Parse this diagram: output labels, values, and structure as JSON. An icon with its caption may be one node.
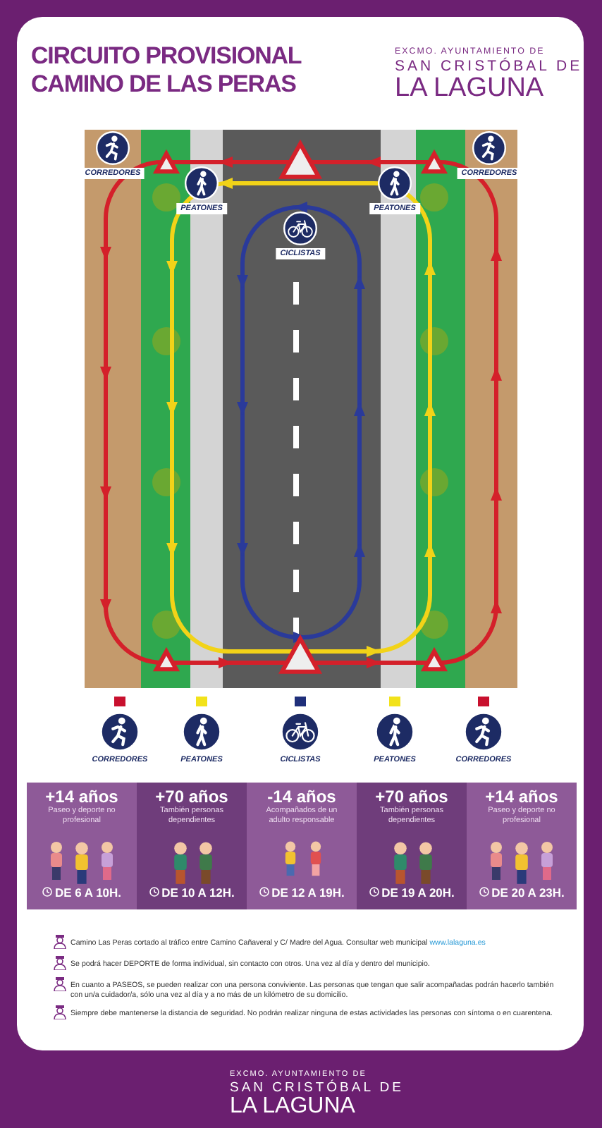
{
  "diagram": {
    "title": "CIRCUITO PROVISIONAL CAMINO DE LAS PERAS",
    "nodes": [
      {
        "text": [
          "+14 años",
          "Paseo y deporte no profesional",
          "DE 6 A 10H."
        ]
      },
      {
        "text": [
          "+70 años",
          "También personas dependientes",
          "DE 10 A 12H."
        ]
      },
      {
        "text": [
          "-14 años",
          "Acompañados de un adulto responsable",
          "DE 12 A 19H."
        ]
      },
      {
        "text": [
          "+70 años",
          "También personas dependientes",
          "DE 19 A 20H."
        ]
      },
      {
        "text": [
          "+14 años",
          "Paseo y deporte no profesional",
          "DE 20 A 23H."
        ]
      }
    ],
    "labels": [
      "EXCMO. AYUNTAMIENTO DE",
      "SAN CRISTÓBAL DE",
      "LA LAGUNA",
      "CORREDORES",
      "CORREDORES",
      "PEATONES",
      "PEATONES",
      "CICLISTAS",
      "Camino Las Peras cortado al tráfico entre Camino Cañaveral y C/ Madre del Agua. Consultar web municipal",
      "www.lalaguna.es",
      "Se podrá hacer DEPORTE de forma individual, sin contacto con otros. Una vez al día y dentro del municipio.",
      "En cuanto a PASEOS, se pueden realizar con una persona conviviente. Las personas que tengan que salir acompañadas podrán hacerlo también con un/a cuidador/a, sólo una vez al día y a no más de un kilómetro de su domicilio.",
      "Siempre debe mantenerse la distancia de seguridad. No podrán realizar ninguna de estas actividades las personas con síntoma o en cuarentena.",
      "EXCMO. AYUNTAMIENTO DE",
      "SAN CRISTÓBAL DE",
      "LA LAGUNA"
    ],
    "legend": [
      {
        "text": "CORREDORES",
        "color": "#c8102e"
      },
      {
        "text": "PEATONES",
        "color": "#f2e21a"
      },
      {
        "text": "CICLISTAS",
        "color": "#1f2f7a"
      },
      {
        "text": "PEATONES",
        "color": "#f2e21a"
      },
      {
        "text": "CORREDORES",
        "color": "#c8102e"
      }
    ]
  }
}
